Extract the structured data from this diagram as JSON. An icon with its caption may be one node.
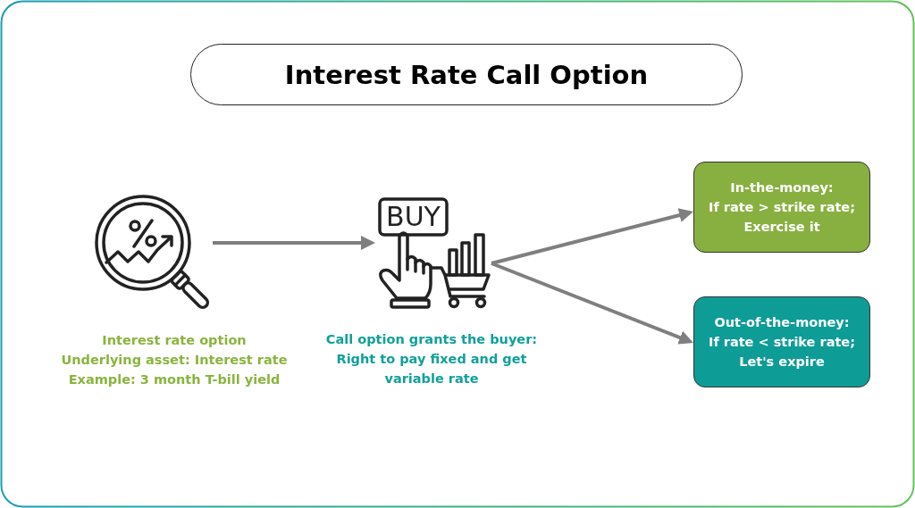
{
  "diagram": {
    "title": "Interest Rate Call Option",
    "nodes": [
      {
        "text": [],
        "shape": "picture",
        "beside": [
          "Interest rate option",
          "Underlying asset: Interest rate",
          "Example: 3 month T-bill yield"
        ]
      },
      {
        "text": [
          "BUY"
        ],
        "beside": [
          "Call option grants the buyer:",
          "Right to pay fixed and get variable rate"
        ]
      },
      {
        "text": [
          "In-the-money:",
          "If rate > strike rate;",
          "Exercise it"
        ]
      },
      {
        "text": [
          "Out-of-the-money:",
          "If rate < strike rate;",
          "Let's expire"
        ]
      }
    ],
    "edges": [
      {
        "from": 0,
        "to": 1,
        "arrow": "to"
      },
      {
        "from": 1,
        "to": 2,
        "arrow": "to"
      },
      {
        "from": 1,
        "to": 3,
        "arrow": "to"
      }
    ]
  }
}
